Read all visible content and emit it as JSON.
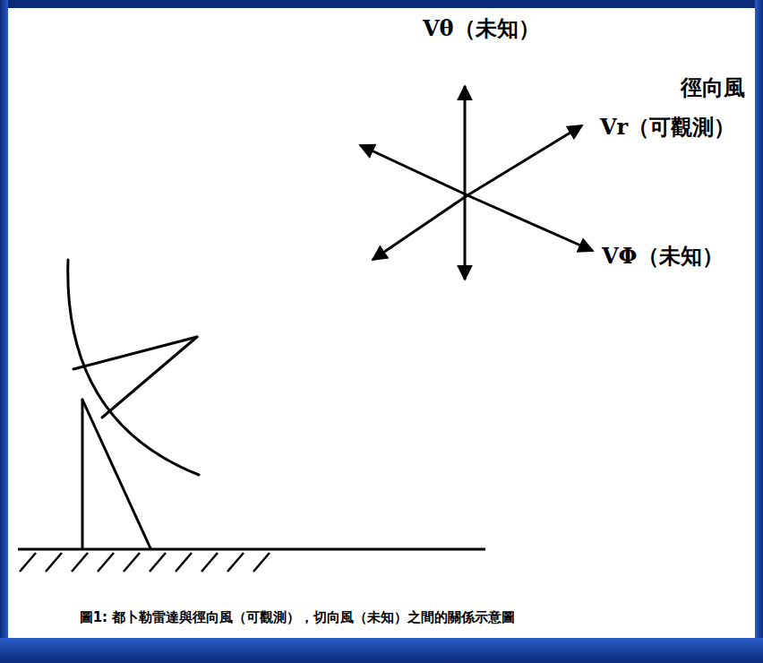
{
  "diagram": {
    "caption": "圖1: 都卜勒雷達與徑向風（可觀測），切向風（未知）之間的關係示意圖",
    "labels": [
      "Vθ（未知）",
      "徑向風",
      "Vr（可觀測）",
      "VΦ（未知）"
    ]
  }
}
